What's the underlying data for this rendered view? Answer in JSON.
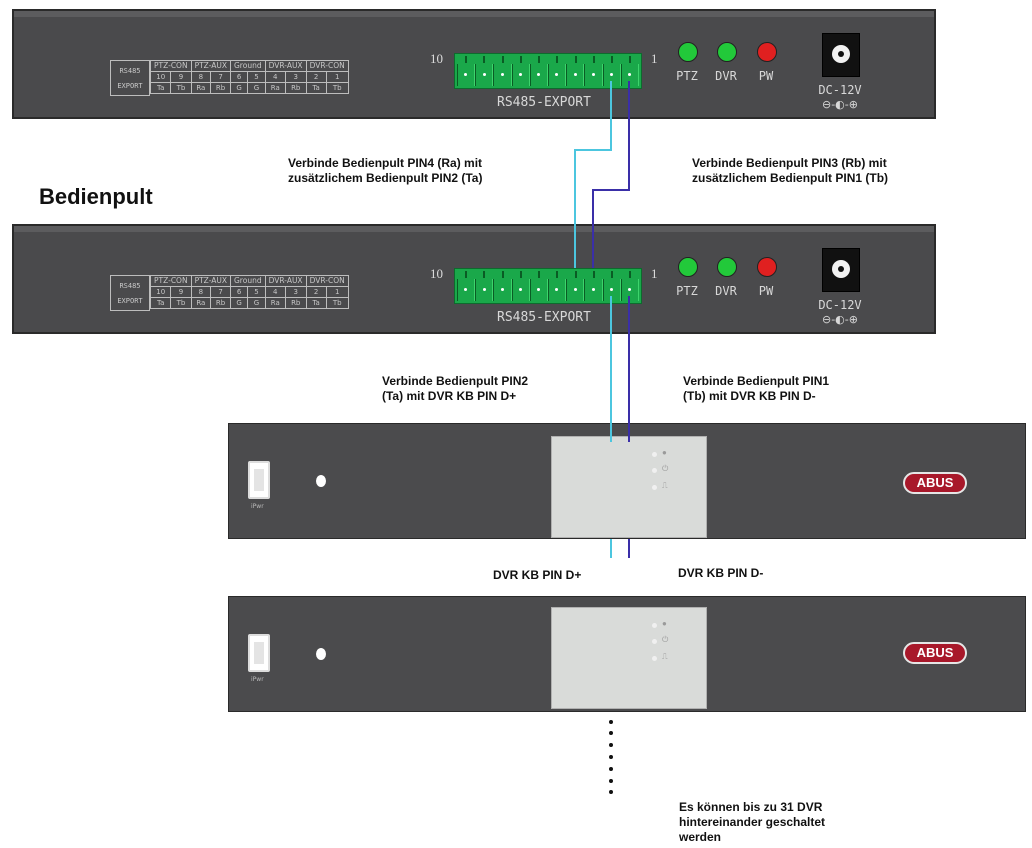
{
  "panels": [
    {
      "pin_table": {
        "side_label": [
          "RS485",
          "EXPORT"
        ],
        "groups": [
          "PTZ-CON",
          "PTZ-AUX",
          "Ground",
          "DVR-AUX",
          "DVR-CON"
        ],
        "numbers": [
          "10",
          "9",
          "8",
          "7",
          "6",
          "5",
          "4",
          "3",
          "2",
          "1"
        ],
        "signals": [
          "Ta",
          "Tb",
          "Ra",
          "Rb",
          "G",
          "G",
          "Ra",
          "Rb",
          "Ta",
          "Tb"
        ]
      },
      "terminal_start": "10",
      "terminal_end": "1",
      "terminal_label": "RS485-EXPORT",
      "leds": [
        {
          "label": "PTZ",
          "color": "#22c93a"
        },
        {
          "label": "DVR",
          "color": "#22c93a"
        },
        {
          "label": "PW",
          "color": "#e02020"
        }
      ],
      "dc_label": "DC-12V",
      "polarity": "⊖-◐-⊕"
    },
    {
      "pin_table": {
        "side_label": [
          "RS485",
          "EXPORT"
        ],
        "groups": [
          "PTZ-CON",
          "PTZ-AUX",
          "Ground",
          "DVR-AUX",
          "DVR-CON"
        ],
        "numbers": [
          "10",
          "9",
          "8",
          "7",
          "6",
          "5",
          "4",
          "3",
          "2",
          "1"
        ],
        "signals": [
          "Ta",
          "Tb",
          "Ra",
          "Rb",
          "G",
          "G",
          "Ra",
          "Rb",
          "Ta",
          "Tb"
        ]
      },
      "terminal_start": "10",
      "terminal_end": "1",
      "terminal_label": "RS485-EXPORT",
      "leds": [
        {
          "label": "PTZ",
          "color": "#22c93a"
        },
        {
          "label": "DVR",
          "color": "#22c93a"
        },
        {
          "label": "PW",
          "color": "#e02020"
        }
      ],
      "dc_label": "DC-12V",
      "polarity": "⊖-◐-⊕"
    }
  ],
  "dvrs": [
    {
      "brand": "ABUS",
      "usb_tag": "iPwr"
    },
    {
      "brand": "ABUS",
      "usb_tag": "iPwr"
    }
  ],
  "labels": {
    "bedienpult": "Bedienpult",
    "pin4_to_pin2": "Verbinde Bedienpult PIN4 (Ra) mit\nzusätzlichem Bedienpult PIN2 (Ta)",
    "pin3_to_pin1": "Verbinde Bedienpult PIN3 (Rb) mit\nzusätzlichem Bedienpult PIN1 (Tb)",
    "pin2_to_dplus": "Verbinde Bedienpult PIN2\n(Ta) mit DVR KB PIN D+",
    "pin1_to_dminus": "Verbinde Bedienpult PIN1\n(Tb) mit DVR KB PIN D-",
    "dvr_dplus": "DVR KB PIN D+",
    "dvr_dminus": "DVR KB PIN D-",
    "chain_note": "Es können bis zu 31 DVR\nhintereinander geschaltet\nwerden"
  },
  "wire_colors": {
    "light": "#4cc6df",
    "dark": "#3a2fa8"
  }
}
